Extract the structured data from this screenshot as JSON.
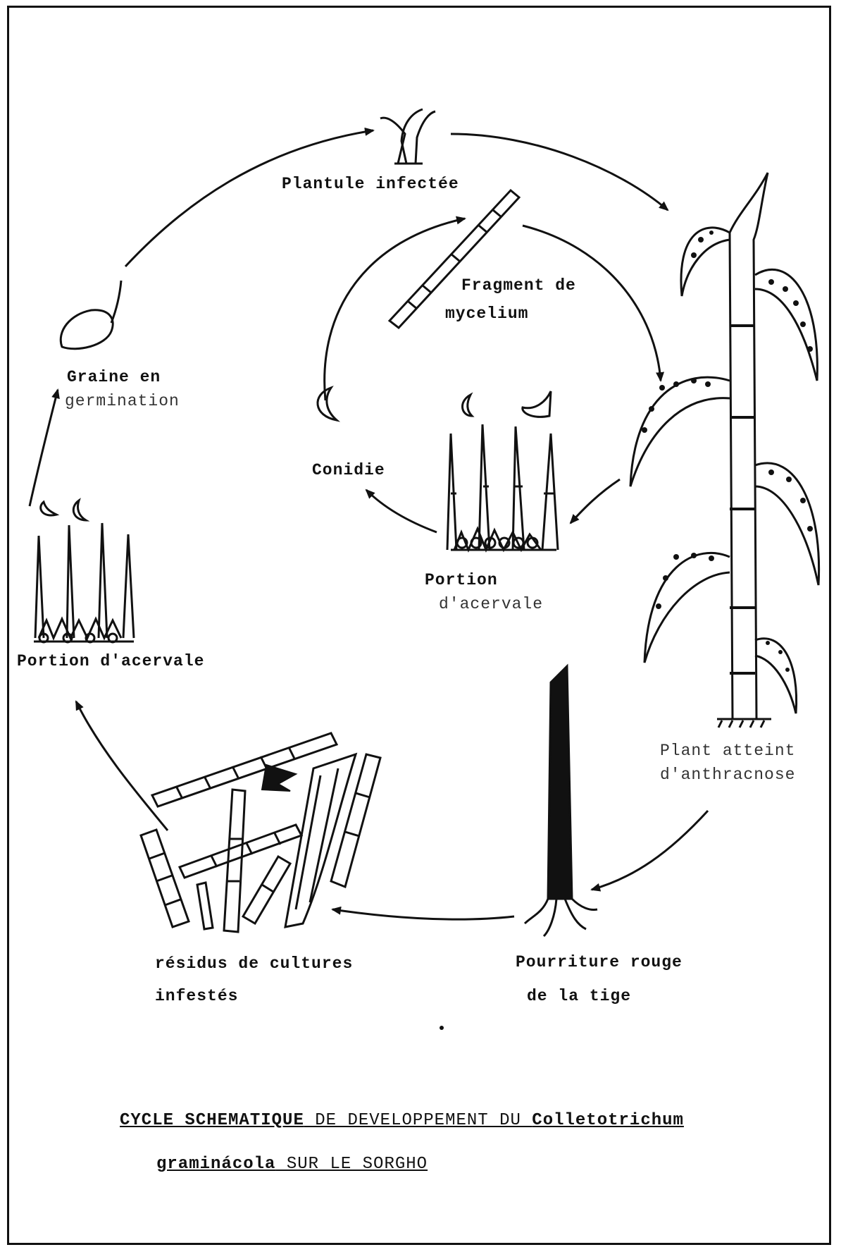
{
  "labels": {
    "plantule": "Plantule infectée",
    "fragment_1": "Fragment de",
    "fragment_2": "mycelium",
    "graine_1": "Graine en",
    "graine_2": "germination",
    "conidie": "Conidie",
    "portion_center_1": "Portion",
    "portion_center_2": "d'acervale",
    "portion_left": "Portion d'acervale",
    "plant_1": "Plant atteint",
    "plant_2": "d'anthracnose",
    "pourriture_1": "Pourriture rouge",
    "pourriture_2": "de la tige",
    "residus_1": "résidus de cultures",
    "residus_2": "infestés"
  },
  "caption": {
    "line1_a": "CYCLE SCHEMATIQUE",
    "line1_b": " DE DEVELOPPEMENT DU ",
    "line1_c": "Colletotrichum",
    "line2_a": "graminácola",
    "line2_b": "  SUR LE SORGHO"
  }
}
